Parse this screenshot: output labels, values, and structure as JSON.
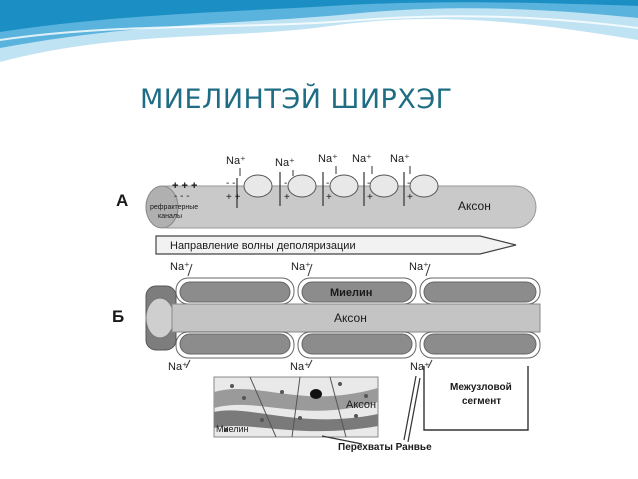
{
  "slide": {
    "title": "МИЕЛИНТЭЙ ШИРХЭГ"
  },
  "colors": {
    "title": "#1e6d84",
    "wave_dark": "#1b8fc4",
    "wave_light": "#bfe3f3",
    "axon_fill": "#c9c9c9",
    "myelin_fill": "#8c8c8c"
  },
  "diagram": {
    "panel_a": {
      "letter": "А",
      "sodium_labels": [
        "Na⁺",
        "Na⁺",
        "Na⁺",
        "Na⁺",
        "Na⁺"
      ],
      "charges_left_top": "+ + +",
      "charges_left_bottom": "-  -  -",
      "refractory_label_1": "рефрактерные",
      "refractory_label_2": "каналы",
      "axon_label": "Аксон",
      "arrow_label": "Направление волны деполяризации"
    },
    "panel_b": {
      "letter": "Б",
      "sodium_top": [
        "Na⁺",
        "Na⁺",
        "Na⁺"
      ],
      "sodium_bottom": [
        "Na⁺",
        "Na⁺",
        "Na⁺"
      ],
      "myelin_label": "Миелин",
      "axon_label": "Аксон"
    },
    "micrograph": {
      "axon_label": "Аксон",
      "myelin_label": "Миелин",
      "nodes_label": "Перехваты Ранвье"
    },
    "internode": {
      "label_1": "Межузловой",
      "label_2": "сегмент"
    }
  }
}
